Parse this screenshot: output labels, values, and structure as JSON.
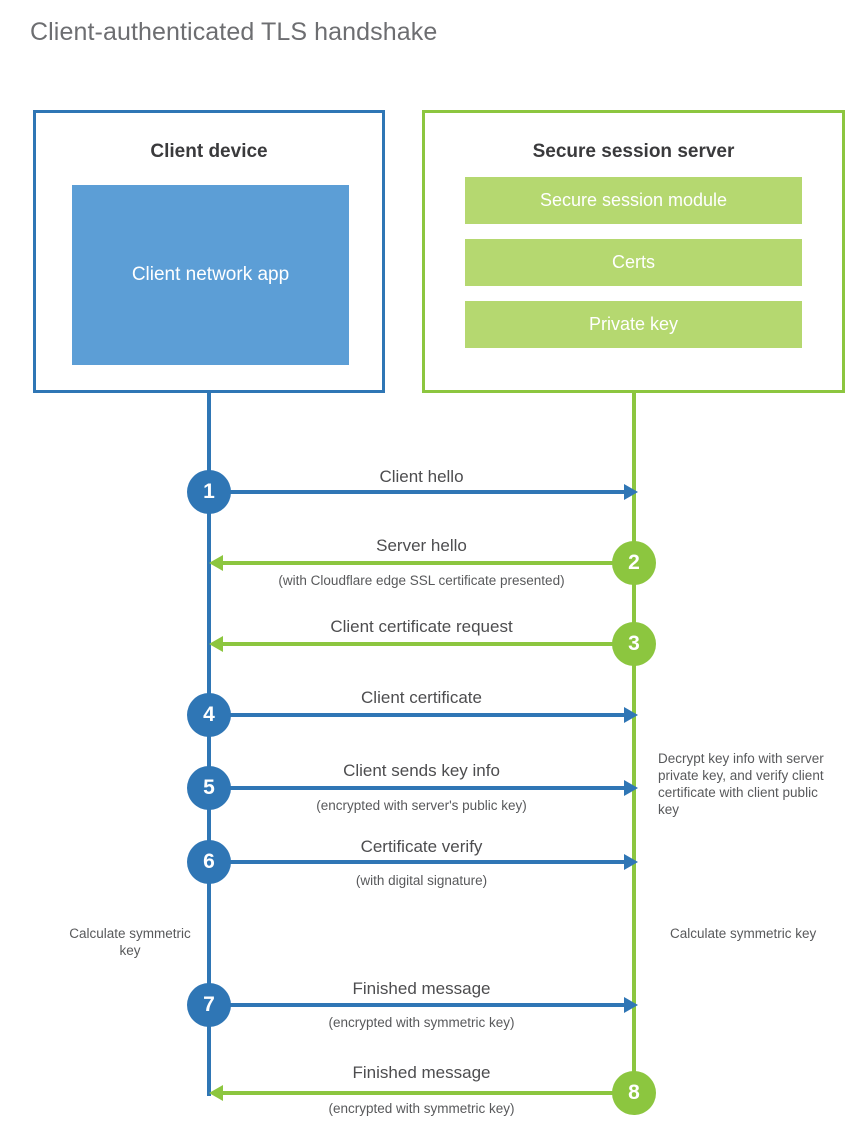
{
  "title": "Client-authenticated TLS handshake",
  "colors": {
    "client_blue": "#2f76b5",
    "client_app_blue": "#5c9ed6",
    "server_green": "#8cc63f",
    "server_bar_green": "#b5d870",
    "title_gray": "#6d6e71",
    "label_gray": "#4d4d4f"
  },
  "client": {
    "title": "Client device",
    "app_label": "Client network app"
  },
  "server": {
    "title": "Secure session server",
    "modules": [
      {
        "label": "Secure session module"
      },
      {
        "label": "Certs"
      },
      {
        "label": "Private key"
      }
    ]
  },
  "steps": [
    {
      "number": "1",
      "label": "Client hello",
      "sublabel": "",
      "direction": "right",
      "color": "blue"
    },
    {
      "number": "2",
      "label": "Server hello",
      "sublabel": "(with Cloudflare edge SSL certificate presented)",
      "direction": "left",
      "color": "green"
    },
    {
      "number": "3",
      "label": "Client certificate request",
      "sublabel": "",
      "direction": "left",
      "color": "green"
    },
    {
      "number": "4",
      "label": "Client certificate",
      "sublabel": "",
      "direction": "right",
      "color": "blue"
    },
    {
      "number": "5",
      "label": "Client sends key info",
      "sublabel": "(encrypted with server's public key)",
      "direction": "right",
      "color": "blue"
    },
    {
      "number": "6",
      "label": "Certificate verify",
      "sublabel": "(with digital signature)",
      "direction": "right",
      "color": "blue"
    },
    {
      "number": "7",
      "label": "Finished message",
      "sublabel": "(encrypted with symmetric key)",
      "direction": "right",
      "color": "blue"
    },
    {
      "number": "8",
      "label": "Finished message",
      "sublabel": "(encrypted with symmetric key)",
      "direction": "left",
      "color": "green"
    }
  ],
  "notes": {
    "server_decrypt": "Decrypt key info with server private key, and verify client certificate with client public key",
    "client_calculate": "Calculate symmetric key",
    "server_calculate": "Calculate symmetric key"
  }
}
